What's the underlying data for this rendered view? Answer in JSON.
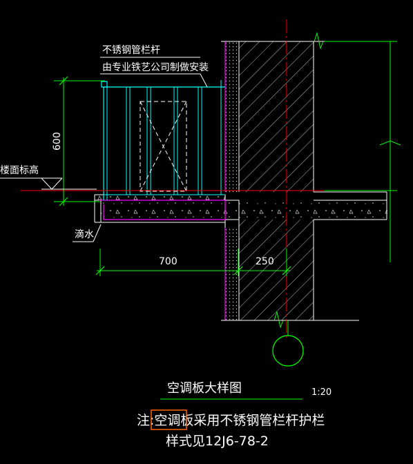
{
  "drawing": {
    "title": "空调板大样图",
    "scale": "1:20",
    "callout": {
      "line1": "不锈钢管栏杆",
      "line2": "由专业铁艺公司制做安装"
    },
    "floor_label": "楼面标高",
    "drip_label": "滴水",
    "dimensions": {
      "railing_height": "600",
      "slab_projection": "700",
      "wall_thickness": "250"
    },
    "note": {
      "prefix": "注:",
      "highlight": "空调板",
      "rest": "采用不锈钢管栏杆护栏",
      "line2": "样式见12J6-78-2"
    }
  },
  "colors": {
    "background": "#000000",
    "dimension": "#00ff00",
    "railing": "#00ffff",
    "wall": "#ffffff",
    "axis": "#ff0000",
    "insulation": "#ff00ff",
    "text": "#ffffff",
    "highlight_box": "#ff6600"
  }
}
